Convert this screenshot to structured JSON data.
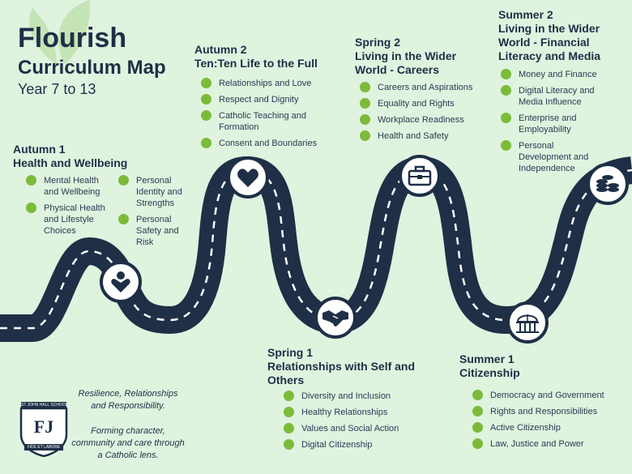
{
  "header": {
    "title": "Flourish",
    "subtitle": "Curriculum Map",
    "years": "Year 7 to 13"
  },
  "terms": {
    "autumn1": {
      "title": "Autumn 1",
      "theme": "Health and Wellbeing",
      "col1": [
        "Mental Health and Wellbeing",
        "Physical Health and Lifestyle Choices"
      ],
      "col2": [
        "Personal Identity and Strengths",
        "Personal Safety and Risk"
      ],
      "icon": "heart-person-icon"
    },
    "autumn2": {
      "title": "Autumn 2",
      "theme": "Ten:Ten Life to the Full",
      "items": [
        "Relationships and Love",
        "Respect and Dignity",
        "Catholic Teaching and Formation",
        "Consent and Boundaries"
      ],
      "icon": "heart-icon"
    },
    "spring1": {
      "title": "Spring 1",
      "theme": "Relationships with Self and Others",
      "items": [
        "Diversity and Inclusion",
        "Healthy Relationships",
        "Values and Social Action",
        "Digital Citizenship"
      ],
      "icon": "handshake-icon"
    },
    "spring2": {
      "title": "Spring 2",
      "theme": "Living in the Wider World - Careers",
      "items": [
        "Careers and Aspirations",
        "Equality and Rights",
        "Workplace Readiness",
        "Health and Safety"
      ],
      "icon": "briefcase-icon"
    },
    "summer1": {
      "title": "Summer 1",
      "theme": "Citizenship",
      "items": [
        "Democracy and Government",
        "Rights and Responsibilities",
        "Active Citizenship",
        "Law, Justice and Power"
      ],
      "icon": "government-building-icon"
    },
    "summer2": {
      "title": "Summer 2",
      "theme": "Living in the Wider World - Financial Literacy and Media",
      "items": [
        "Money and Finance",
        "Digital Literacy and Media Influence",
        "Enterprise and Employability",
        "Personal Development and Independence"
      ],
      "icon": "coins-icon"
    }
  },
  "footer": {
    "motto1": "Resilience, Relationships and Responsibility.",
    "motto2": "Forming character, community and care through a Catholic lens.",
    "crest_text": "ST JOHN HALL SCHOOL",
    "crest_monogram": "FJ",
    "crest_motto": "FIDE ET LABORE"
  },
  "colors": {
    "background": "#dff3df",
    "road": "#1e2f46",
    "bullet": "#7cbb3a"
  }
}
